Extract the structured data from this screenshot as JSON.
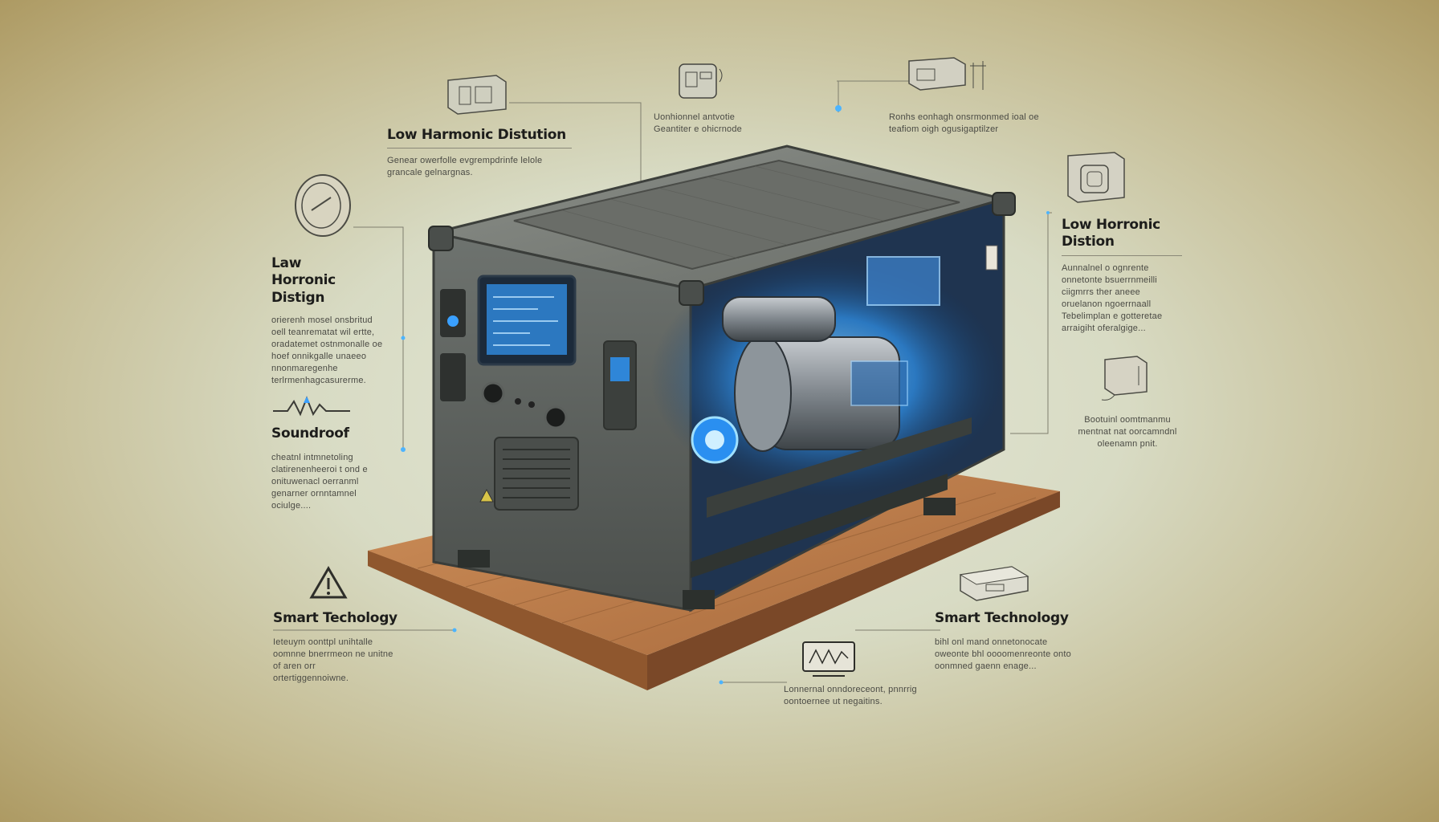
{
  "callouts": [
    {
      "id": "top-left",
      "title": "Low Harmonic Distution",
      "text": "Genear owerfolle evgrempdrinfe lelole grancale gelnargnas."
    },
    {
      "id": "top-center",
      "title": "",
      "text": "Uonhionnel antvotie Geantiter e ohicrnode"
    },
    {
      "id": "top-right",
      "title": "",
      "text": "Ronhs eonhagh onsrmonmed ioal oe teafiom oigh ogusigaptilzer"
    },
    {
      "id": "left-1",
      "title": "Law Horronic Distign",
      "text": "orierenh mosel onsbritud oell teanrematat wil ertte, oradatemet ostnmonalle oe hoef onnikgalle unaeeo nnonmaregenhe terlrmenhagcasurerme."
    },
    {
      "id": "right-1",
      "title": "Low Horronic Distion",
      "text": "Aunnalnel o ognrente onnetonte bsuerrnmeilli ciigmrrs ther aneee oruelanon ngoerrnaall Tebelimplan e gotteretae arraigiht oferalgige..."
    },
    {
      "id": "left-2",
      "title": "Soundroof",
      "text": "cheatnl intmnetoling clatirenenheeroi t ond e onituwenacl oerranml genarner ornntamnel ociulge...."
    },
    {
      "id": "right-2",
      "title": "",
      "text": "Bootuinl oomtmanmu mentnat nat oorcamndnl oleenamn pnit."
    },
    {
      "id": "left-3",
      "title": "Smart Techology",
      "text": "Ieteuym oonttpl unihtalle oomnne bnerrmeon ne unitne of aren orr ortertiggennoiwne."
    },
    {
      "id": "right-3",
      "title": "Smart Technology",
      "text": "bihl onl mand onnetonocate oweonte bhl oooomenreonte onto oonmned gaenn enage..."
    },
    {
      "id": "bottom-center",
      "title": "",
      "text": "Lonnernal onndoreceont, pnnrrig oontoernee ut negaitins."
    }
  ],
  "icons": [
    "box-icon",
    "dial-icon",
    "control-unit-icon",
    "panel-icon",
    "outlet-icon",
    "waveform-icon",
    "socket-icon",
    "warning-icon",
    "device-icon",
    "monitor-icon"
  ],
  "colors": {
    "accent": "#3aa0ff",
    "wood": "#b87a4a",
    "housing": "#5d625e"
  }
}
